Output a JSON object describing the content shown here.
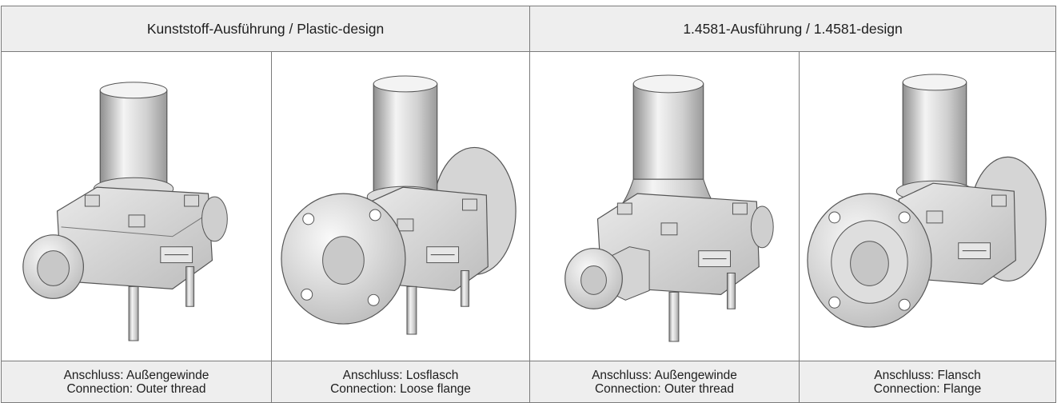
{
  "headers": [
    "Kunststoff-Ausführung / Plastic-design",
    "1.4581-Ausführung / 1.4581-design"
  ],
  "products": [
    {
      "line1": "Anschluss: Außengewinde",
      "line2": "Connection: Outer thread",
      "variant": "outer-thread"
    },
    {
      "line1": "Anschluss: Losflasch",
      "line2": "Connection: Loose flange",
      "variant": "loose-flange"
    },
    {
      "line1": "Anschluss: Außengewinde",
      "line2": "Connection: Outer thread",
      "variant": "outer-thread"
    },
    {
      "line1": "Anschluss: Flansch",
      "line2": "Connection: Flange",
      "variant": "flange"
    }
  ],
  "colors": {
    "header_bg": "#eeeeee",
    "border": "#7b7b7b",
    "text": "#1e1e1e"
  }
}
